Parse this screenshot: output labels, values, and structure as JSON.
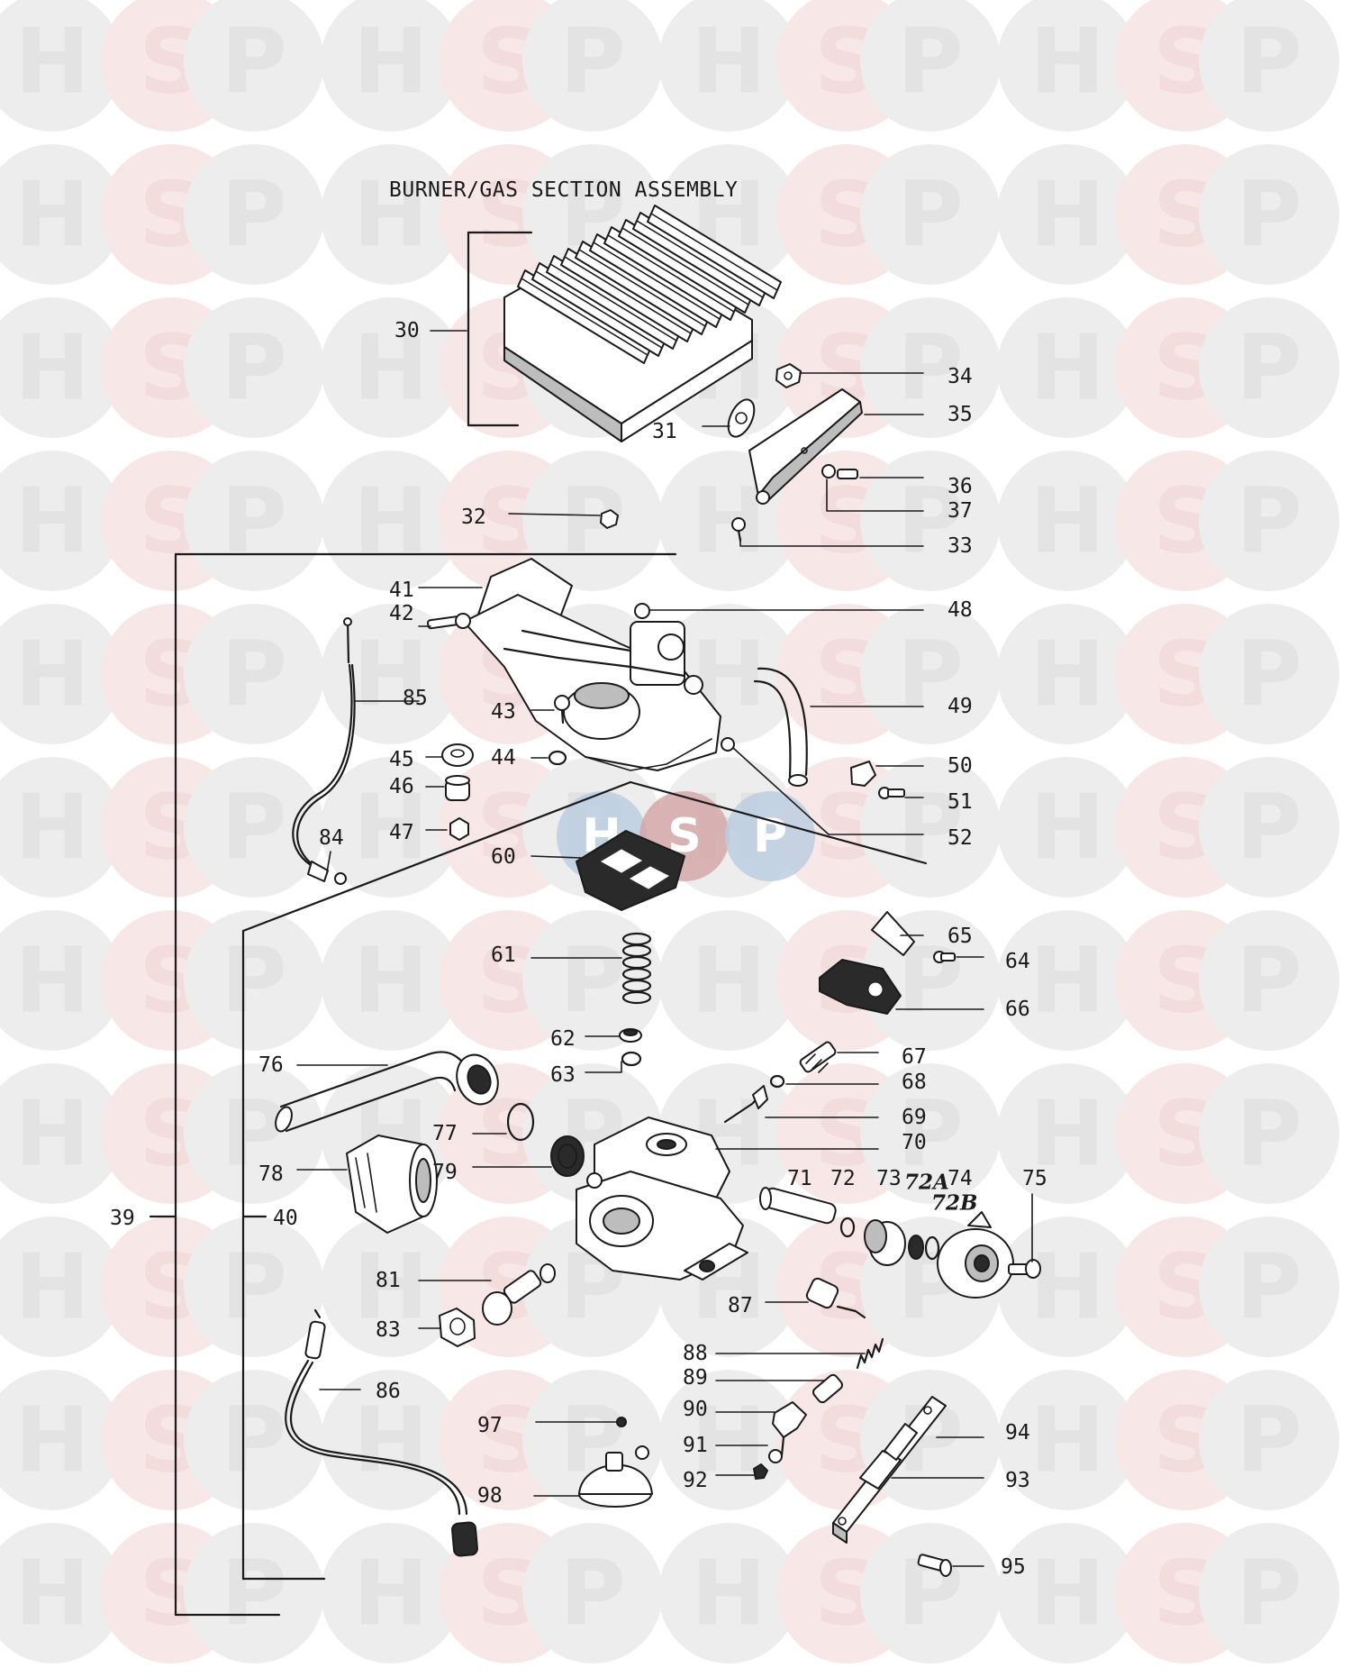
{
  "title": "BURNER/GAS SECTION ASSEMBLY",
  "watermark": {
    "letters": [
      "H",
      "S",
      "P"
    ],
    "colors": {
      "H": "#e3e3e3",
      "S": "#f2dcdc",
      "P": "#e3e3e3",
      "S_circle": "#f7e7e7",
      "circle": "#ededed"
    },
    "letter_colors": {
      "H": "#ffffff",
      "S": "#fdf6f6",
      "P": "#ffffff"
    },
    "center_logo": {
      "colors": [
        "#b9cce0",
        "#d3a3a5",
        "#b9cce0"
      ]
    }
  },
  "callouts": [
    {
      "id": "30",
      "label": "30"
    },
    {
      "id": "31",
      "label": "31"
    },
    {
      "id": "32",
      "label": "32"
    },
    {
      "id": "33",
      "label": "33"
    },
    {
      "id": "34",
      "label": "34"
    },
    {
      "id": "35",
      "label": "35"
    },
    {
      "id": "36",
      "label": "36"
    },
    {
      "id": "37",
      "label": "37"
    },
    {
      "id": "39",
      "label": "39"
    },
    {
      "id": "40",
      "label": "40"
    },
    {
      "id": "41",
      "label": "41"
    },
    {
      "id": "42",
      "label": "42"
    },
    {
      "id": "43",
      "label": "43"
    },
    {
      "id": "44",
      "label": "44"
    },
    {
      "id": "45",
      "label": "45"
    },
    {
      "id": "46",
      "label": "46"
    },
    {
      "id": "47",
      "label": "47"
    },
    {
      "id": "48",
      "label": "48"
    },
    {
      "id": "49",
      "label": "49"
    },
    {
      "id": "50",
      "label": "50"
    },
    {
      "id": "51",
      "label": "51"
    },
    {
      "id": "52",
      "label": "52"
    },
    {
      "id": "60",
      "label": "60"
    },
    {
      "id": "61",
      "label": "61"
    },
    {
      "id": "62",
      "label": "62"
    },
    {
      "id": "63",
      "label": "63"
    },
    {
      "id": "64",
      "label": "64"
    },
    {
      "id": "65",
      "label": "65"
    },
    {
      "id": "66",
      "label": "66"
    },
    {
      "id": "67",
      "label": "67"
    },
    {
      "id": "68",
      "label": "68"
    },
    {
      "id": "69",
      "label": "69"
    },
    {
      "id": "70",
      "label": "70"
    },
    {
      "id": "71",
      "label": "71"
    },
    {
      "id": "72",
      "label": "72"
    },
    {
      "id": "73",
      "label": "73"
    },
    {
      "id": "72A",
      "label": "72A"
    },
    {
      "id": "72B",
      "label": "72B"
    },
    {
      "id": "74",
      "label": "74"
    },
    {
      "id": "75",
      "label": "75"
    },
    {
      "id": "76",
      "label": "76"
    },
    {
      "id": "77",
      "label": "77"
    },
    {
      "id": "78",
      "label": "78"
    },
    {
      "id": "79",
      "label": "79"
    },
    {
      "id": "81",
      "label": "81"
    },
    {
      "id": "83",
      "label": "83"
    },
    {
      "id": "84",
      "label": "84"
    },
    {
      "id": "85",
      "label": "85"
    },
    {
      "id": "86",
      "label": "86"
    },
    {
      "id": "87",
      "label": "87"
    },
    {
      "id": "88",
      "label": "88"
    },
    {
      "id": "89",
      "label": "89"
    },
    {
      "id": "90",
      "label": "90"
    },
    {
      "id": "91",
      "label": "91"
    },
    {
      "id": "92",
      "label": "92"
    },
    {
      "id": "93",
      "label": "93"
    },
    {
      "id": "94",
      "label": "94"
    },
    {
      "id": "95",
      "label": "95"
    },
    {
      "id": "97",
      "label": "97"
    },
    {
      "id": "98",
      "label": "98"
    }
  ]
}
